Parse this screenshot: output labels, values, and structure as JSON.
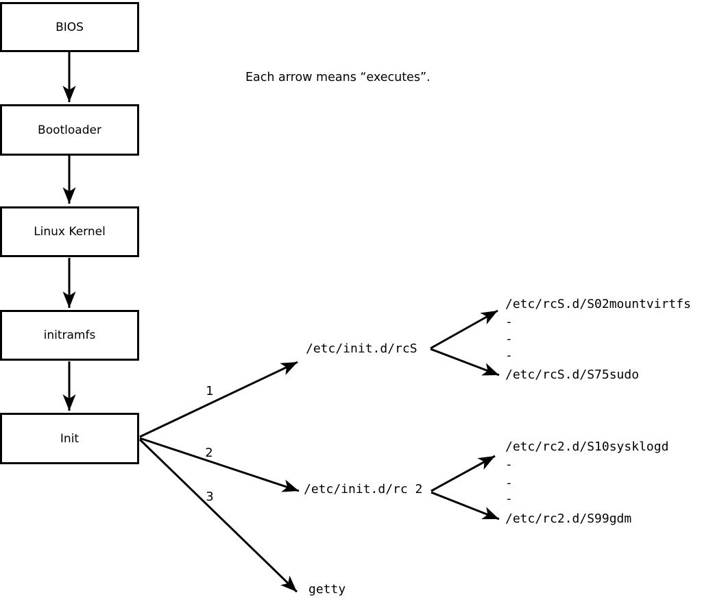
{
  "caption": "Each arrow means “executes”.",
  "boxes": [
    {
      "label": "BIOS"
    },
    {
      "label": "Bootloader"
    },
    {
      "label": "Linux Kernel"
    },
    {
      "label": "initramfs"
    },
    {
      "label": "Init"
    }
  ],
  "arrow_labels": [
    "1",
    "2",
    "3"
  ],
  "branches": {
    "rcS": {
      "script": "/etc/init.d/rcS",
      "first": "/etc/rcS.d/S02mountvirtfs",
      "dashes": [
        "-",
        "-",
        "-"
      ],
      "last": "/etc/rcS.d/S75sudo"
    },
    "rc2": {
      "script": "/etc/init.d/rc 2",
      "first": "/etc/rc2.d/S10sysklogd",
      "dashes": [
        "-",
        "-",
        "-"
      ],
      "last": "/etc/rc2.d/S99gdm"
    },
    "getty": {
      "script": "getty"
    }
  }
}
